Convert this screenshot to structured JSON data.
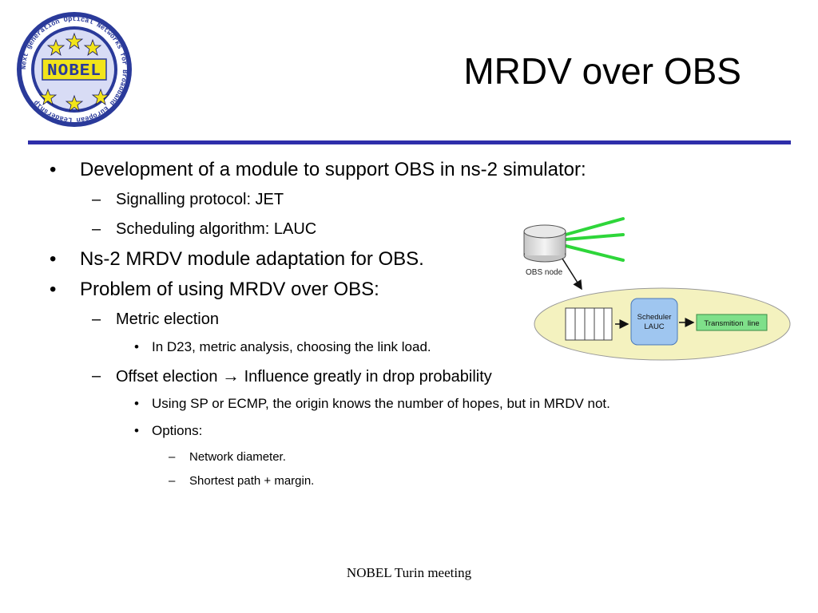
{
  "title": "MRDV over OBS",
  "logo": {
    "center_text": "NOBEL",
    "ring_text": "Next generation Optical Networks for Broadband European Leadership"
  },
  "bullets": {
    "b1": "Development of a module to support OBS in ns-2 simulator:",
    "b1_s1": "Signalling protocol: JET",
    "b1_s2": "Scheduling algorithm: LAUC",
    "b2": "Ns-2 MRDV module adaptation for OBS.",
    "b3": "Problem of using MRDV over OBS:",
    "b3_s1": "Metric election",
    "b3_s1_a": "In D23, metric analysis, choosing the link load.",
    "b3_s2_pre": "Offset election",
    "b3_s2_post": "Influence greatly in drop probability",
    "b3_s2_a": "Using SP or ECMP, the origin knows the number of hopes, but in MRDV not.",
    "b3_s2_b": "Options:",
    "b3_s2_b_1": "Network diameter.",
    "b3_s2_b_2": "Shortest path + margin."
  },
  "diagram": {
    "node_label": "OBS node",
    "scheduler_line1": "Scheduler",
    "scheduler_line2": "LAUC",
    "transmission_label": "Transmition  line"
  },
  "footer": "NOBEL Turin  meeting",
  "colors": {
    "rule": "#2e2eaa",
    "logo_blue": "#2a3a9a",
    "logo_yellow": "#f2e41a",
    "lines_green": "#2ed63a",
    "ellipse_fill": "#f4f2bf",
    "scheduler_fill": "#9fc6f0",
    "transmission_fill": "#7fe08a"
  }
}
